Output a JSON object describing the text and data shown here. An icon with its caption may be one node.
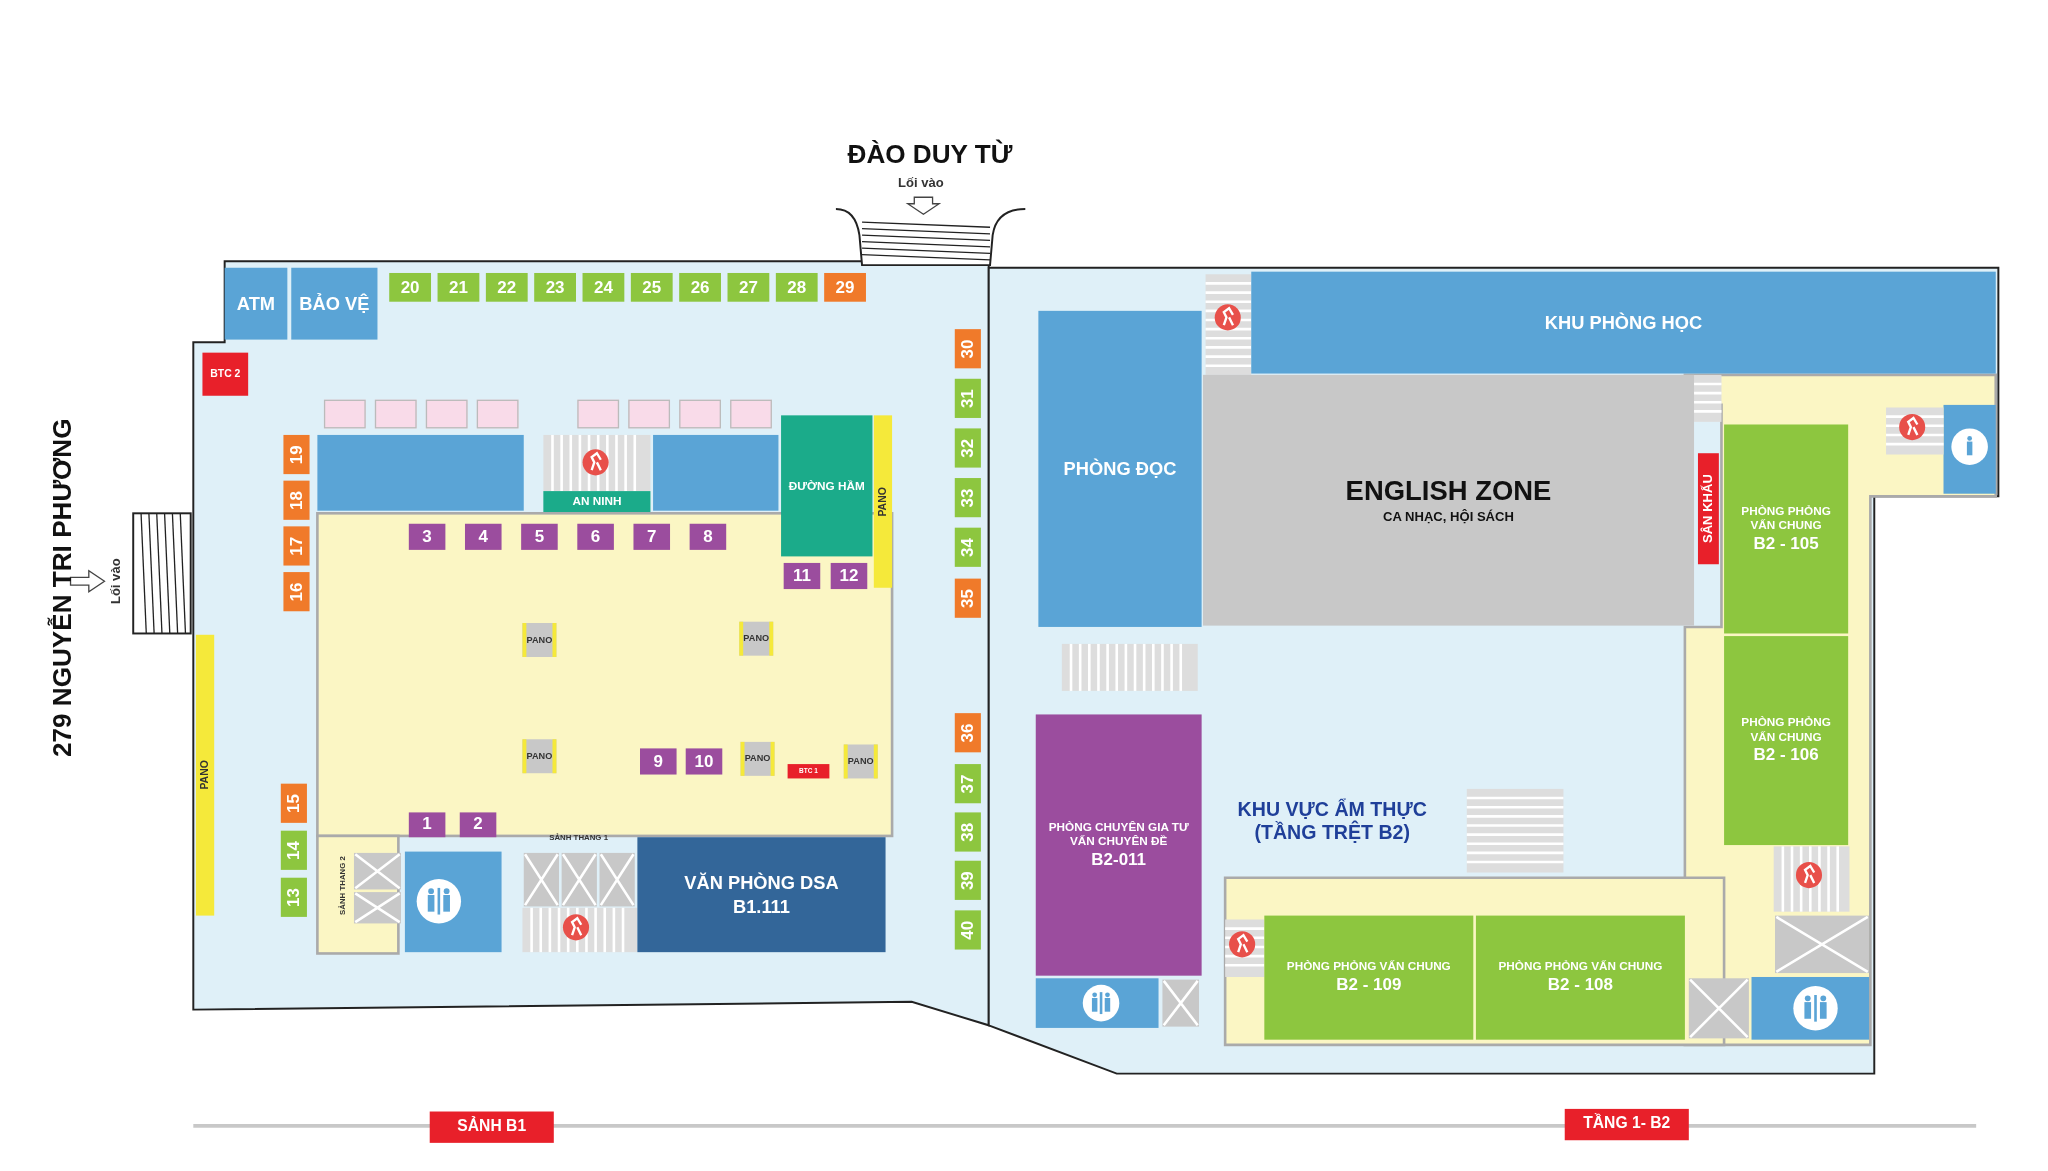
{
  "diagram": {
    "nodes": [
      {
        "text": [
          "ATM"
        ]
      },
      {
        "text": [
          "BẢO VỆ"
        ]
      },
      {
        "text": [
          "20"
        ]
      },
      {
        "text": [
          "21"
        ]
      },
      {
        "text": [
          "22"
        ]
      },
      {
        "text": [
          "23"
        ]
      },
      {
        "text": [
          "24"
        ]
      },
      {
        "text": [
          "25"
        ]
      },
      {
        "text": [
          "26"
        ]
      },
      {
        "text": [
          "27"
        ]
      },
      {
        "text": [
          "28"
        ]
      },
      {
        "text": [
          "29"
        ]
      },
      {
        "text": [
          "BTC 2"
        ]
      },
      {
        "text": [],
        "shape": "box"
      },
      {
        "text": [],
        "shape": "box"
      },
      {
        "text": [],
        "shape": "box"
      },
      {
        "text": [],
        "shape": "box"
      },
      {
        "text": [],
        "shape": "box"
      },
      {
        "text": [],
        "shape": "box"
      },
      {
        "text": [],
        "shape": "box"
      },
      {
        "text": [],
        "shape": "box"
      },
      {
        "text": [],
        "shape": "box"
      },
      {
        "text": [
          "AN NINH"
        ]
      },
      {
        "text": [],
        "shape": "box"
      },
      {
        "text": [
          "ĐƯỜNG HẦM"
        ]
      },
      {
        "text": [
          "PANO"
        ]
      },
      {
        "text": [
          "3"
        ]
      },
      {
        "text": [
          "4"
        ]
      },
      {
        "text": [
          "5"
        ]
      },
      {
        "text": [
          "6"
        ]
      },
      {
        "text": [
          "7"
        ]
      },
      {
        "text": [
          "8"
        ]
      },
      {
        "text": [
          "11"
        ]
      },
      {
        "text": [
          "12"
        ]
      },
      {
        "text": [
          "19"
        ]
      },
      {
        "text": [
          "18"
        ]
      },
      {
        "text": [
          "17"
        ]
      },
      {
        "text": [
          "16"
        ]
      },
      {
        "text": [
          "30"
        ]
      },
      {
        "text": [
          "31"
        ]
      },
      {
        "text": [
          "32"
        ]
      },
      {
        "text": [
          "33"
        ]
      },
      {
        "text": [
          "34"
        ]
      },
      {
        "text": [
          "35"
        ]
      },
      {
        "text": [
          "36"
        ]
      },
      {
        "text": [
          "37"
        ]
      },
      {
        "text": [
          "38"
        ]
      },
      {
        "text": [
          "39"
        ]
      },
      {
        "text": [
          "40"
        ]
      },
      {
        "text": [
          "PANO"
        ]
      },
      {
        "text": [
          "PANO"
        ]
      },
      {
        "text": [
          "PANO"
        ]
      },
      {
        "text": [
          "PANO"
        ]
      },
      {
        "text": [
          "9"
        ]
      },
      {
        "text": [
          "10"
        ]
      },
      {
        "text": [
          "PANO"
        ]
      },
      {
        "text": [
          "BTC 1"
        ]
      },
      {
        "text": [
          "PANO"
        ]
      },
      {
        "text": [
          "15"
        ]
      },
      {
        "text": [
          "14"
        ]
      },
      {
        "text": [
          "13"
        ]
      },
      {
        "text": [
          "1"
        ]
      },
      {
        "text": [
          "2"
        ]
      },
      {
        "text": [
          "VĂN PHÒNG DSA",
          "B1.111"
        ]
      },
      {
        "text": [
          "KHU PHÒNG HỌC"
        ]
      },
      {
        "text": [
          "PHÒNG ĐỌC"
        ]
      },
      {
        "text": [
          "ENGLISH ZONE",
          "CA NHẠC, HỘI SÁCH"
        ]
      },
      {
        "text": [
          "SÂN KHẤU"
        ]
      },
      {
        "text": [
          "PHÒNG PHỎNG VẤN CHUNG",
          "B2 - 105"
        ]
      },
      {
        "text": [
          "PHÒNG PHỎNG VẤN CHUNG",
          "B2 - 106"
        ]
      },
      {
        "text": [
          "PHÒNG CHUYÊN GIA TƯ VẤN CHUYÊN ĐỀ",
          "B2-011"
        ]
      },
      {
        "text": [
          "PHÒNG PHỎNG VẤN CHUNG",
          "B2 - 109"
        ]
      },
      {
        "text": [
          "PHÒNG PHỎNG VẤN CHUNG",
          "B2 - 108"
        ]
      },
      {
        "text": [
          "SẢNH B1"
        ]
      },
      {
        "text": [
          "TẦNG 1- B2"
        ]
      }
    ],
    "labels": [
      "ĐÀO DUY TỪ",
      "Lối vào",
      "279 NGUYỄN TRI PHƯƠNG",
      "Lối vào",
      "SẢNH THANG 1",
      "SẢNH THANG 2",
      "KHU VỰC ẨM THỰC (TẦNG TRỆT B2)"
    ]
  }
}
